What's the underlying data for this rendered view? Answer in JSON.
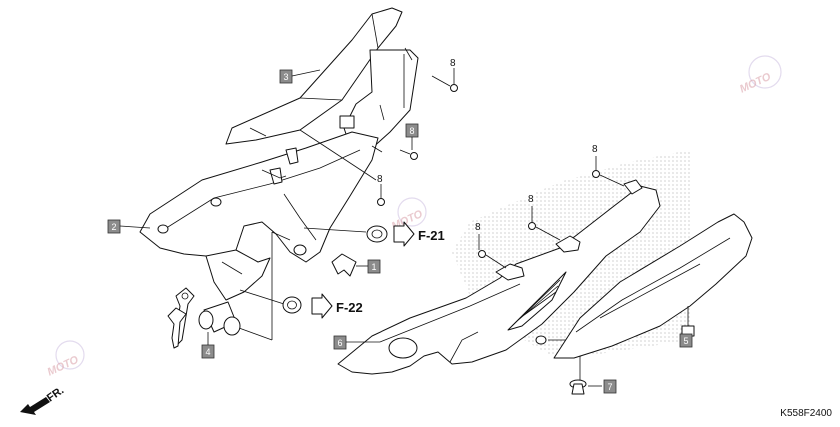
{
  "diagram_code": "K558F2400",
  "front_label": "FR.",
  "watermark_text": "MOTO",
  "reference_labels": {
    "upper": "F-21",
    "lower": "F-22"
  },
  "callouts": {
    "c1": "1",
    "c2": "2",
    "c3": "3",
    "c4": "4",
    "c5": "5",
    "c6": "6",
    "c7": "7",
    "c8": "8"
  },
  "bolt_numbers": {
    "b1": "8",
    "b2": "8",
    "b3": "8",
    "b4": "8",
    "b5": "8"
  },
  "colors": {
    "callout_fill": "#8c8c8c",
    "line": "#111111",
    "watermark": "#d9a0a8"
  }
}
